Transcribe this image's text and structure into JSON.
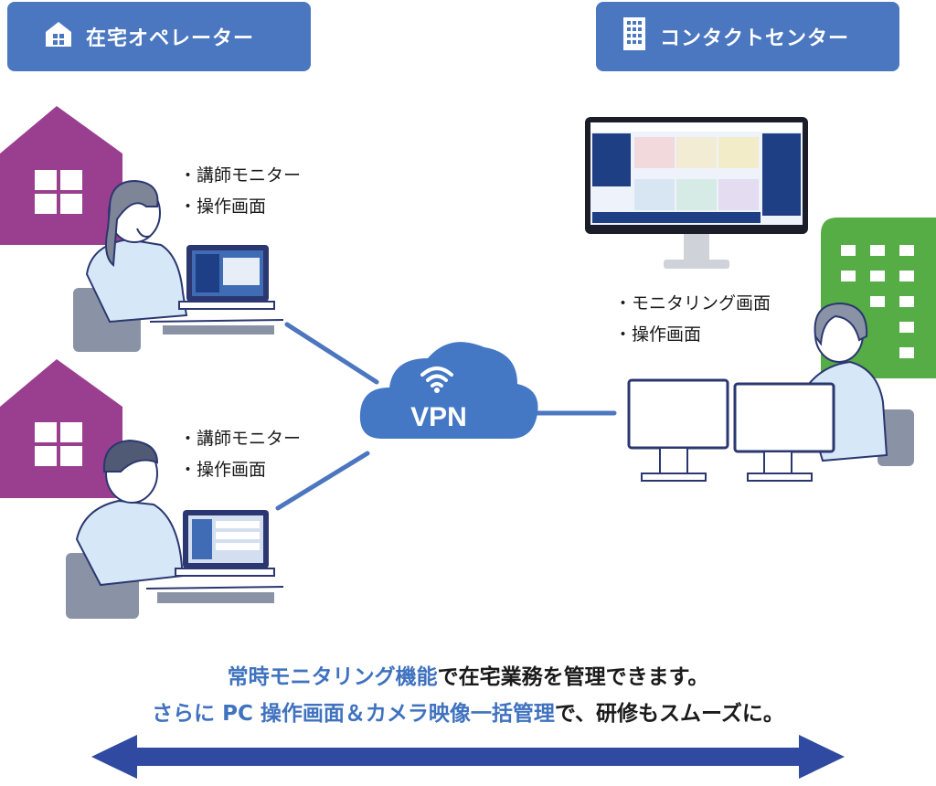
{
  "badges": {
    "left": {
      "label": "在宅オペレーター",
      "icon": "house-icon"
    },
    "right": {
      "label": "コンタクトセンター",
      "icon": "building-icon"
    }
  },
  "operator_top": {
    "items": [
      "・講師モニター",
      "・操作画面"
    ]
  },
  "operator_bottom": {
    "items": [
      "・講師モニター",
      "・操作画面"
    ]
  },
  "center": {
    "items": [
      "・モニタリング画面",
      "・操作画面"
    ]
  },
  "vpn": {
    "label": "VPN",
    "icon": "wifi-icon"
  },
  "caption": {
    "line1_highlight": "常時モニタリング機能",
    "line1_rest": "で在宅業務を管理できます。",
    "line2_highlight": "さらに PC 操作画面＆カメラ映像一括管理",
    "line2_rest": "で、研修もスムーズに。"
  },
  "colors": {
    "badge": "#4a77c0",
    "house": "#9a3f90",
    "building": "#56ac45",
    "accent_text": "#3f72bf",
    "arrow": "#2f4aa0",
    "line": "#4c76bf"
  }
}
